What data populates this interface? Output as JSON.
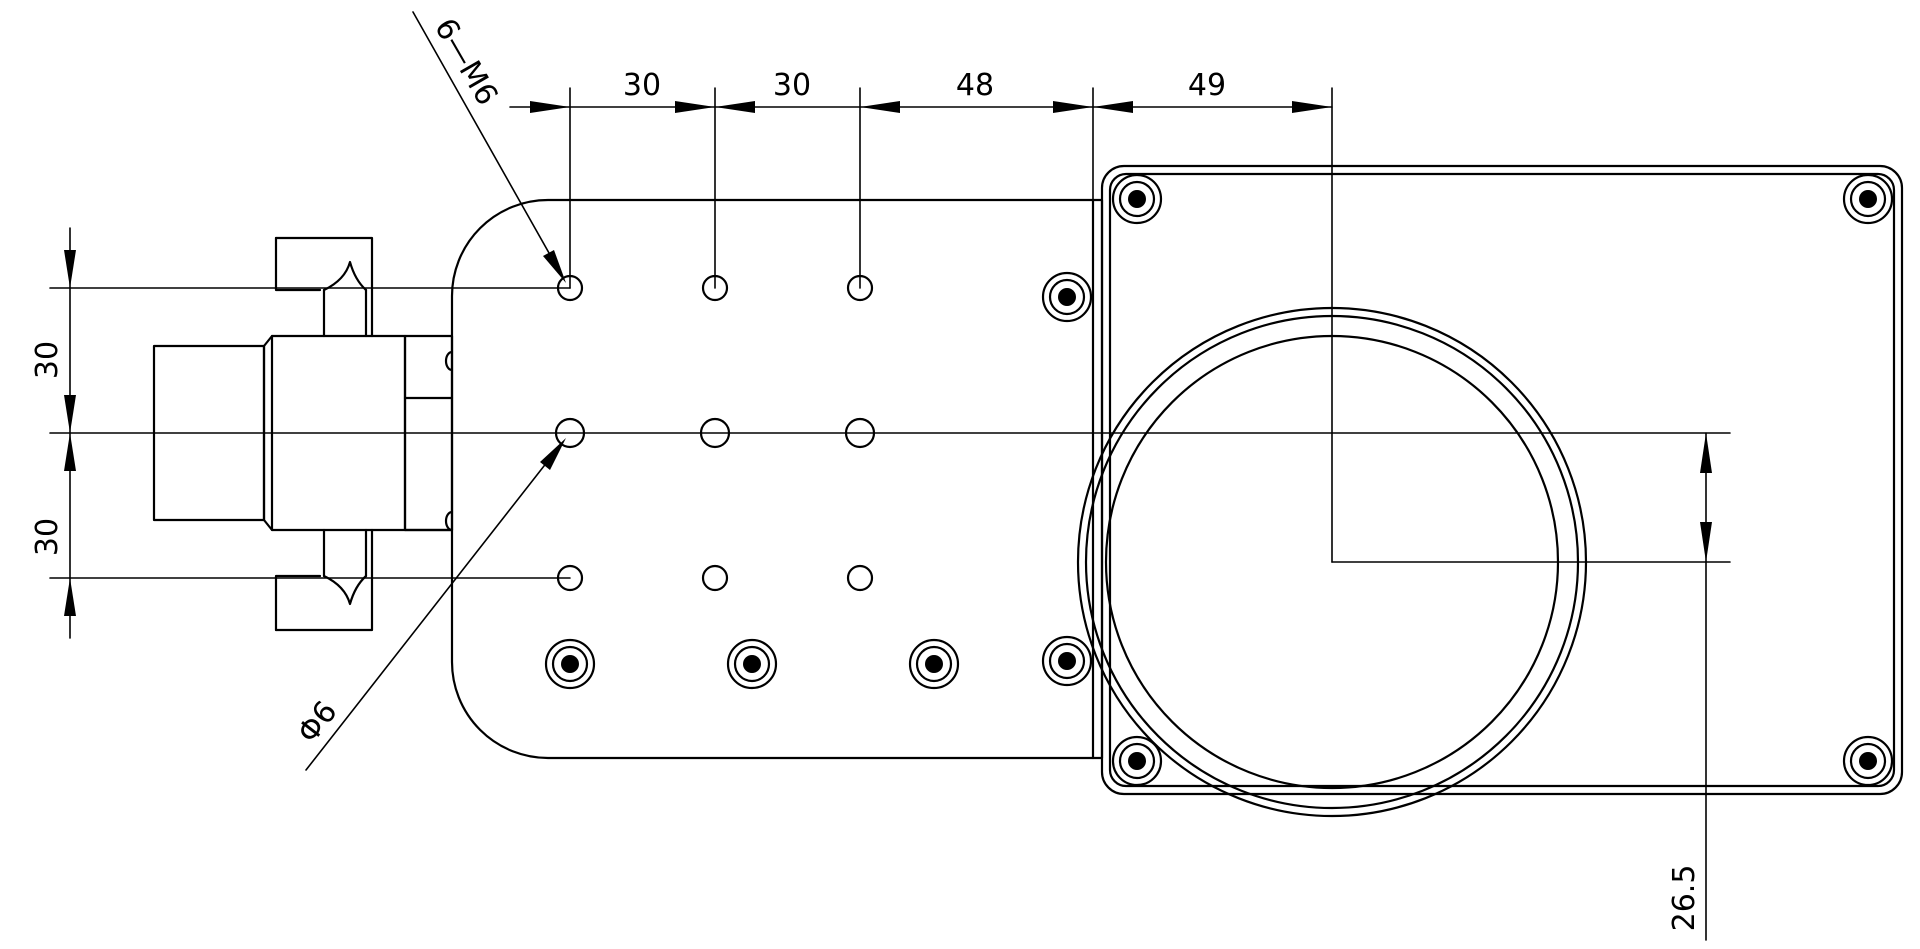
{
  "callouts": {
    "thread_holes": "6—M6",
    "hole_diameter": "Φ6"
  },
  "dimensions": {
    "top": [
      "30",
      "30",
      "48",
      "49"
    ],
    "left_upper": "30",
    "left_lower": "30",
    "right_offset": "26.5"
  }
}
